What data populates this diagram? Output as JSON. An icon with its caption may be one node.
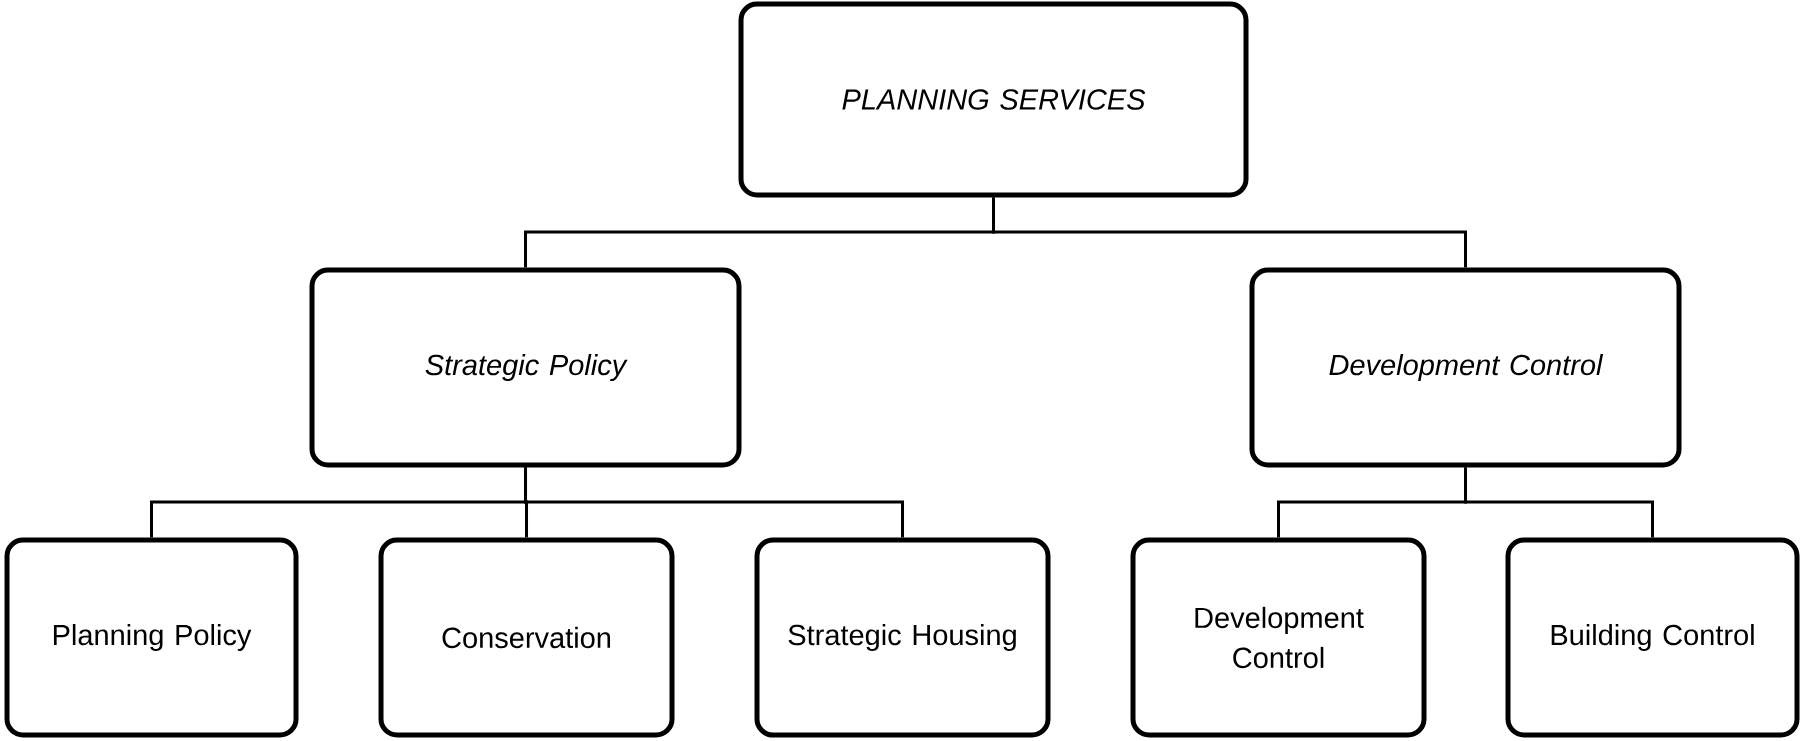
{
  "diagram": {
    "nodes": [
      {
        "text": [
          "PLANNING SERVICES"
        ]
      },
      {
        "text": [
          "Strategic Policy"
        ]
      },
      {
        "text": [
          "Development Control"
        ]
      },
      {
        "text": [
          "Planning Policy"
        ]
      },
      {
        "text": [
          "Conservation"
        ]
      },
      {
        "text": [
          "Strategic Housing"
        ]
      },
      {
        "text": [
          "Development Control"
        ]
      },
      {
        "text": [
          "Building Control"
        ]
      }
    ],
    "edges": [
      {
        "from": 0,
        "to": 1,
        "arrow": "none"
      },
      {
        "from": 0,
        "to": 2,
        "arrow": "none"
      },
      {
        "from": 1,
        "to": 3,
        "arrow": "none"
      },
      {
        "from": 1,
        "to": 4,
        "arrow": "none"
      },
      {
        "from": 1,
        "to": 5,
        "arrow": "none"
      },
      {
        "from": 2,
        "to": 6,
        "arrow": "none"
      },
      {
        "from": 2,
        "to": 7,
        "arrow": "none"
      }
    ]
  }
}
